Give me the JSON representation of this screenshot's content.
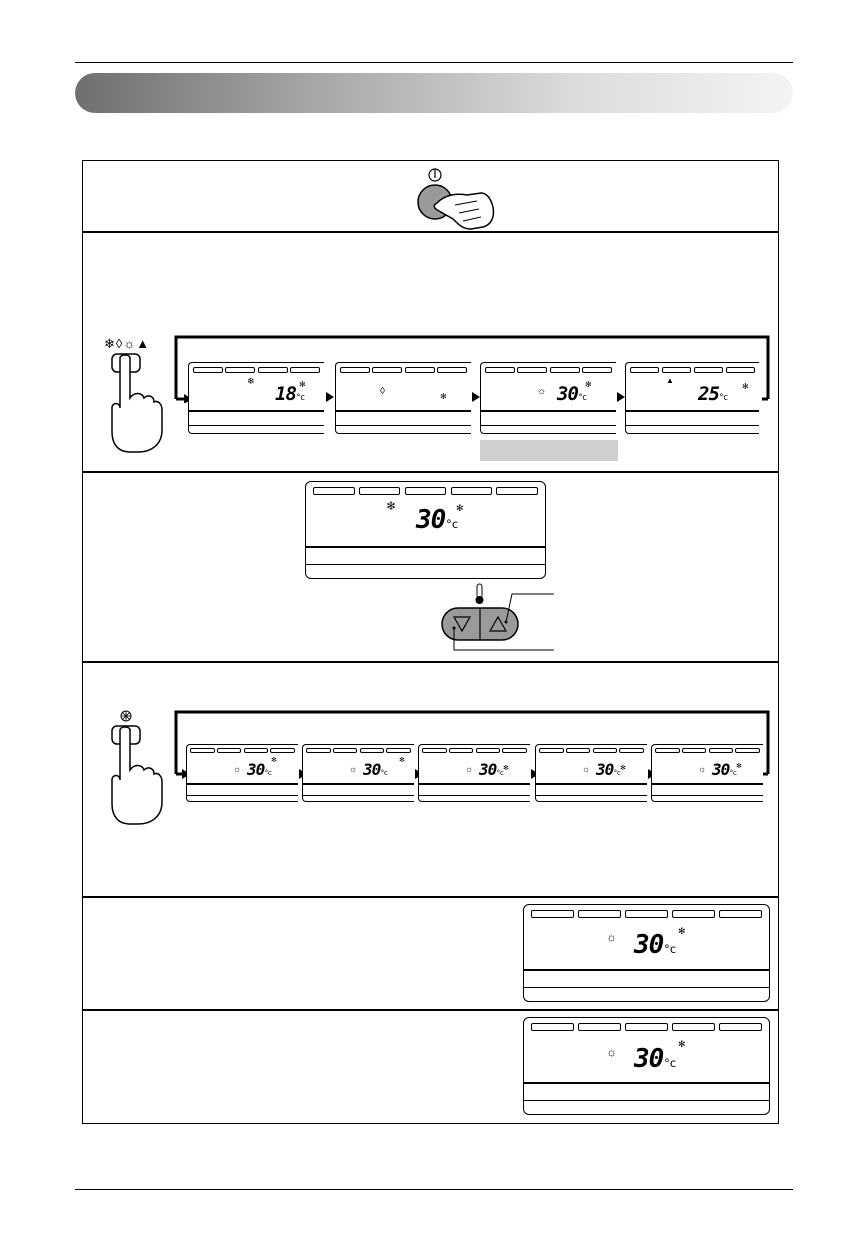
{
  "displays": {
    "cool_mode": {
      "temp": "18",
      "unit": "°c",
      "mode_icon": "snowflake-icon"
    },
    "dry_mode": {
      "temp": "",
      "unit": "",
      "mode_icon": "water-drop-icon"
    },
    "heat_mode": {
      "temp": "30",
      "unit": "°c",
      "mode_icon": "sun-icon"
    },
    "auto_mode": {
      "temp": "25",
      "unit": "°c",
      "mode_icon": "auto-mode-icon"
    },
    "temp_setting": {
      "temp": "30",
      "unit": "°c",
      "mode_icon": "snowflake-icon"
    },
    "fan_speed": [
      {
        "temp": "30",
        "unit": "°c"
      },
      {
        "temp": "30",
        "unit": "°c"
      },
      {
        "temp": "30",
        "unit": "°c"
      },
      {
        "temp": "30",
        "unit": "°c"
      },
      {
        "temp": "30",
        "unit": "°c"
      }
    ],
    "row5": {
      "temp": "30",
      "unit": "°c",
      "mode_icon": "sun-icon"
    },
    "row6": {
      "temp": "30",
      "unit": "°c",
      "mode_icon": "sun-icon"
    }
  },
  "icons": {
    "power": "power-icon",
    "mode_select": [
      "snowflake-icon",
      "water-drop-icon",
      "sun-icon",
      "auto-mode-icon"
    ],
    "fan": "fan-icon",
    "thermometer": "thermometer-icon",
    "temp_down": "down-triangle-icon",
    "temp_up": "up-triangle-icon"
  },
  "glyphs": {
    "snow": "❄",
    "drop": "◊",
    "sun": "☼",
    "auto": "▲",
    "fan": "✻",
    "down": "▽",
    "up": "△",
    "power": "⏻"
  }
}
